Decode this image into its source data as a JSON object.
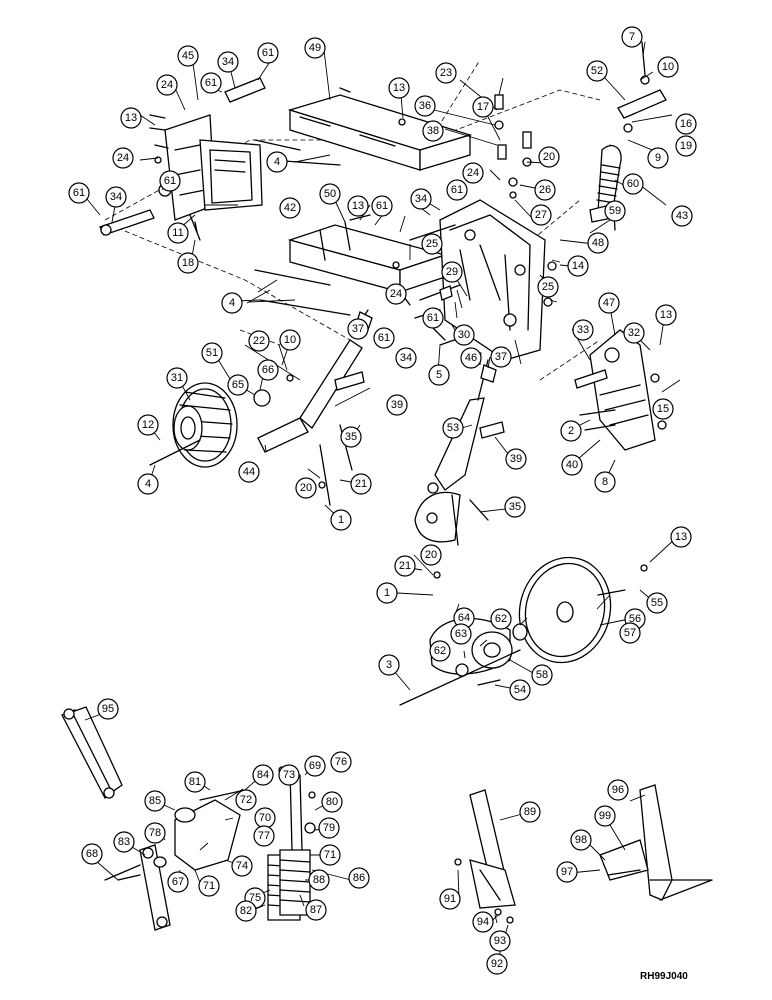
{
  "reference_code": "RH99J040",
  "callout_labels": [
    "1",
    "2",
    "3",
    "4",
    "5",
    "7",
    "8",
    "9",
    "10",
    "11",
    "12",
    "13",
    "14",
    "15",
    "16",
    "17",
    "18",
    "19",
    "20",
    "21",
    "22",
    "23",
    "24",
    "25",
    "26",
    "27",
    "29",
    "30",
    "31",
    "32",
    "33",
    "34",
    "35",
    "36",
    "37",
    "38",
    "39",
    "40",
    "42",
    "43",
    "44",
    "45",
    "46",
    "47",
    "48",
    "49",
    "50",
    "51",
    "52",
    "53",
    "54",
    "55",
    "56",
    "57",
    "58",
    "59",
    "60",
    "61",
    "62",
    "63",
    "64",
    "65",
    "66",
    "67",
    "68",
    "69",
    "70",
    "71",
    "72",
    "73",
    "74",
    "75",
    "76",
    "77",
    "78",
    "79",
    "80",
    "81",
    "82",
    "83",
    "84",
    "85",
    "86",
    "87",
    "88",
    "89",
    "91",
    "92",
    "93",
    "94",
    "95",
    "96",
    "97",
    "98",
    "99"
  ]
}
